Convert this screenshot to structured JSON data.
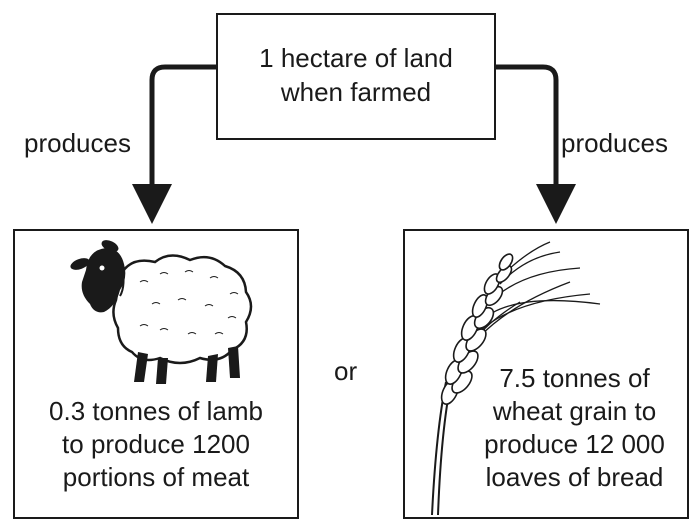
{
  "top_box": {
    "line1": "1 hectare of land",
    "line2": "when farmed"
  },
  "left_label": "produces",
  "right_label": "produces",
  "left_box": {
    "illustration": "sheep-icon",
    "line1": "0.3 tonnes of lamb",
    "line2": "to produce 1200",
    "line3": "portions of meat"
  },
  "or_label": "or",
  "right_box": {
    "illustration": "wheat-icon",
    "line1": "7.5 tonnes of",
    "line2": "wheat grain to",
    "line3": "produce 12 000",
    "line4": "loaves of bread"
  }
}
